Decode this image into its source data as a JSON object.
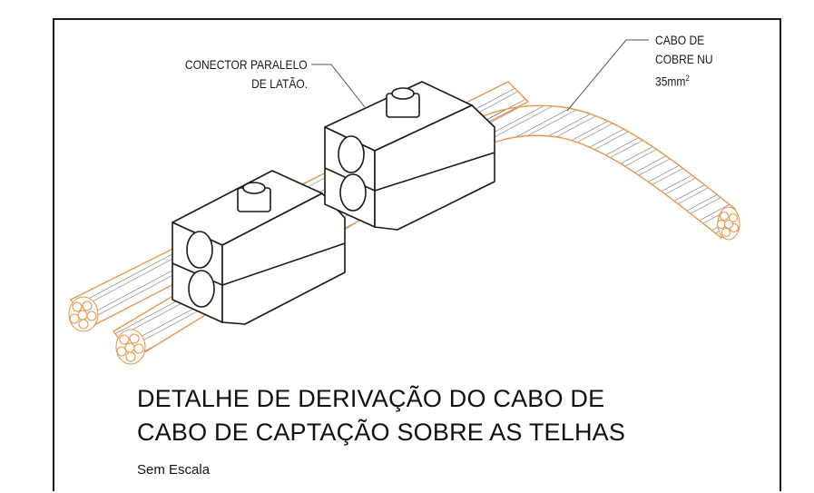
{
  "labels": {
    "connector_line1": "CONECTOR PARALELO",
    "connector_line2": "DE LATÃO.",
    "cable_line1": "CABO DE",
    "cable_line2": "COBRE NU",
    "cable_line3_main": "35mm",
    "cable_line3_sup": "2"
  },
  "title": {
    "line1": "DETALHE DE DERIVAÇÃO DO CABO DE",
    "line2": "CABO DE CAPTAÇÃO SOBRE AS TELHAS"
  },
  "scale_note": "Sem Escala",
  "colors": {
    "cable_outline": "#e8954a",
    "line": "#1a1a1a",
    "strand": "#555555",
    "connector_fill": "#ffffff"
  }
}
